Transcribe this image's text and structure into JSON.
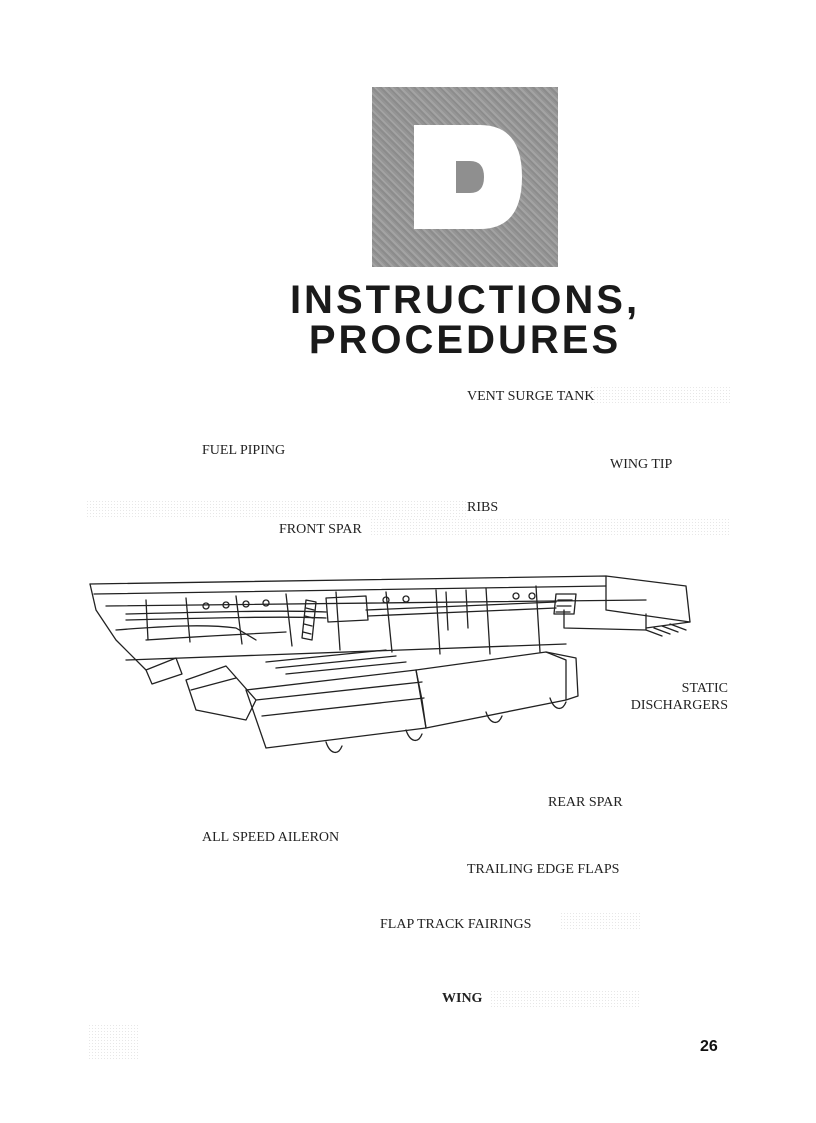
{
  "header": {
    "letter": "D",
    "title_line1": "INSTRUCTIONS,",
    "title_line2": "PROCEDURES"
  },
  "figure": {
    "labels": {
      "vent_surge_tank": "VENT SURGE TANK",
      "fuel_piping": "FUEL PIPING",
      "wing_tip": "WING TIP",
      "ribs": "RIBS",
      "front_spar": "FRONT SPAR",
      "static_line1": "STATIC",
      "static_line2": "DISCHARGERS",
      "rear_spar": "REAR SPAR",
      "all_speed_aileron": "ALL SPEED AILERON",
      "trailing_edge_flaps": "TRAILING EDGE FLAPS",
      "flap_track_fairings": "FLAP TRACK FAIRINGS"
    },
    "caption": "WING"
  },
  "footer": {
    "page_number": "26"
  }
}
